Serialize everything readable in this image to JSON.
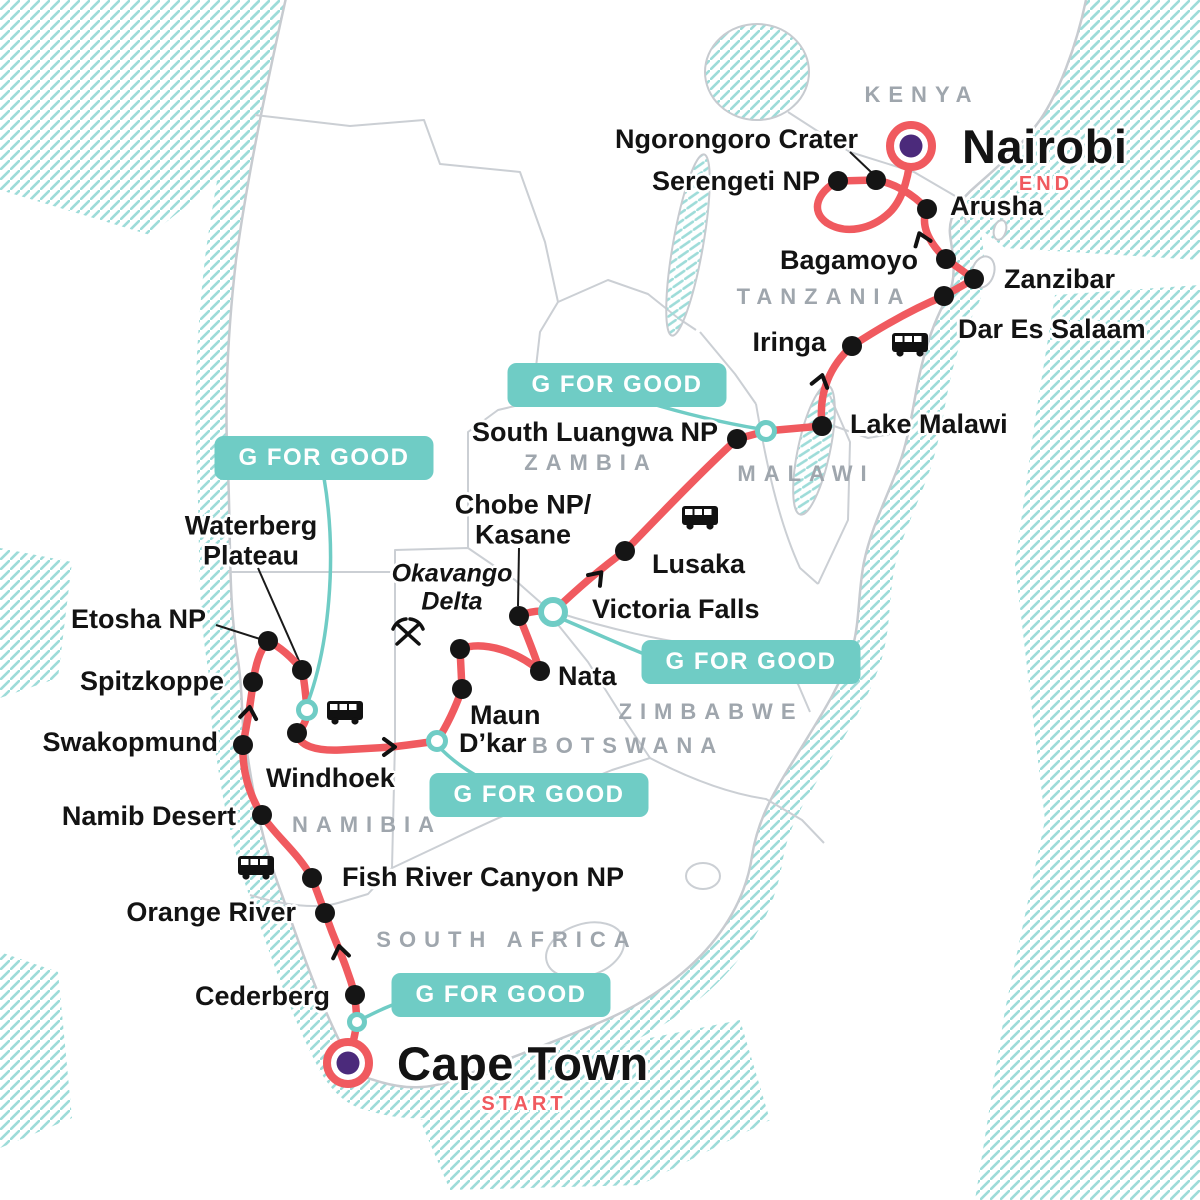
{
  "route_map": {
    "start": {
      "label": "Cape Town",
      "tag": "START"
    },
    "end": {
      "label": "Nairobi",
      "tag": "END"
    },
    "badge_label": "G FOR GOOD",
    "stops": [
      {
        "label": "Cederberg"
      },
      {
        "label": "Orange River"
      },
      {
        "label": "Fish River Canyon NP"
      },
      {
        "label": "Namib Desert"
      },
      {
        "label": "Swakopmund"
      },
      {
        "label": "Spitzkoppe"
      },
      {
        "label": "Etosha NP"
      },
      {
        "lines": [
          "Waterberg",
          "Plateau"
        ]
      },
      {
        "label": "Windhoek"
      },
      {
        "label": "D’kar"
      },
      {
        "label": "Maun"
      },
      {
        "lines": [
          "Okavango",
          "Delta"
        ]
      },
      {
        "label": "Nata"
      },
      {
        "lines": [
          "Chobe NP/",
          "Kasane"
        ]
      },
      {
        "label": "Victoria Falls"
      },
      {
        "label": "Lusaka"
      },
      {
        "label": "South Luangwa NP"
      },
      {
        "label": "Lake Malawi"
      },
      {
        "label": "Iringa"
      },
      {
        "label": "Dar Es Salaam"
      },
      {
        "label": "Zanzibar"
      },
      {
        "label": "Bagamoyo"
      },
      {
        "label": "Arusha"
      },
      {
        "label": "Ngorongoro Crater"
      },
      {
        "label": "Serengeti NP"
      }
    ],
    "countries": [
      "KENYA",
      "TANZANIA",
      "ZAMBIA",
      "MALAWI",
      "ZIMBABWE",
      "BOTSWANA",
      "NAMIBIA",
      "SOUTH AFRICA"
    ],
    "colors": {
      "route": "#F05A5F",
      "badge_bg": "#6FCCC5",
      "terminal": "#4B2A7B",
      "hatch": "#9EDCD9",
      "border": "#CBCFD4",
      "country_label": "#9FA6AD"
    }
  }
}
